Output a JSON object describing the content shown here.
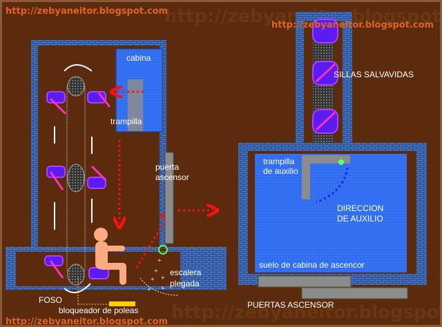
{
  "watermarks": {
    "top_left": "http://zebyaneitor.blogspot.com",
    "top_right": "http://zebyaneitor.blogspot.com",
    "bottom_left": "http://zebyaneitor.blogspot.com",
    "background": "http://zebyaneitor.blogspot.com"
  },
  "labels": {
    "cabina": "cabina",
    "trampilla": "trampilla",
    "puerta_ascensor_1": "puerta",
    "puerta_ascensor_2": "ascensor",
    "escalera_1": "escalera",
    "escalera_2": "plegada",
    "foso": "FOSO",
    "bloqueador": "bloqueador de poleas",
    "sillas": "SILLAS SALVAVIDAS",
    "trampilla_auxilio_1": "trampilla",
    "trampilla_auxilio_2": "de auxilio",
    "direccion_1": "DIRECCION",
    "direccion_2": "DE AUXILIO",
    "suelo": "suelo de cabina de ascencor",
    "puertas": "PUERTAS ASCENSOR"
  },
  "colors": {
    "background": "#5c2b0d",
    "brick": "#2d4e8c",
    "cabin": "#2f6cf0",
    "seat": "#5a1cf0",
    "arrow": "#ff1010",
    "door": "#8c8c8c"
  }
}
